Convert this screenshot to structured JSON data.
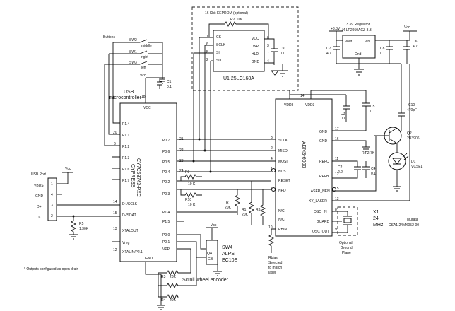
{
  "eeprom": {
    "caption": "16 Kbit EEPROM (optional)",
    "name": "U1 25LC168A",
    "res": "R2 10K",
    "cap_ref": "C9",
    "cap_val": "0.1",
    "pins_left": [
      "CS",
      "SCLK",
      "SI",
      "SO"
    ],
    "pins_left_num": [
      "1",
      "6",
      "5",
      "2"
    ],
    "pins_right": [
      "VCC",
      "WP",
      "HLD",
      "GND"
    ],
    "pins_right_num": [
      "8",
      "3",
      "7",
      "4"
    ]
  },
  "regulator": {
    "title": "3.3V Regulator",
    "part": "U4 LP2950ACZ-3.3",
    "pin_in": "Vin",
    "pin_out": "Vout",
    "pin_gnd": "Gnd",
    "rail_in": "+3.3V",
    "rail_out": "Vcc",
    "c7": "C7",
    "c7v": "4.7",
    "c8": "C8",
    "c8v": "0.1",
    "c6": "C6",
    "c6v": "4.7"
  },
  "buttons": {
    "title": "Buttons",
    "sw2": "SW2",
    "sw1": "SW1",
    "sw3": "SW3",
    "middle": "middle",
    "right": "right",
    "left": "left"
  },
  "usb_mcu": {
    "title_1": "USB",
    "title_2": "microcontroller",
    "part_1": "CYPRESS",
    "part_2": "CY7C63743-PXC",
    "vcc": "VCC",
    "vcc_pin": "18",
    "gnd": "GND",
    "left_pins": [
      "P1.4",
      "P1.1",
      "P1.2",
      "P1.3",
      "P1.6",
      "P1.7",
      "D+/SCLK",
      "D-/SDAT",
      "XTALOUT",
      "Vreg",
      "XTALIN/P2.1"
    ],
    "left_nums": [
      "",
      "20",
      "6",
      "",
      "",
      "",
      "14",
      "15",
      "13",
      "",
      "12"
    ],
    "right_pins": [
      "P0.7",
      "P0.6",
      "P0.5",
      "P0.4",
      "P0.2",
      "P0.3",
      "P1.4",
      "P1.5",
      "P0.0",
      "P0.1",
      "VPP"
    ],
    "right_nums": [
      "21",
      "22",
      "23",
      "24",
      "",
      "",
      "",
      "",
      "",
      "",
      ""
    ],
    "cap_ref": "C1",
    "cap_val": "0.1",
    "vcc_label": "Vcc"
  },
  "usb_port": {
    "title": "USB Port",
    "vcc": "Vcc",
    "pins": [
      "VBUS",
      "GND",
      "D+",
      "D-"
    ],
    "nums": [
      "1",
      "4",
      "3",
      "2"
    ],
    "r_ref": "R5",
    "r_val": "1.30K"
  },
  "sensor": {
    "name": "ADNS-6000",
    "top_pins": [
      "VDD3",
      "VDD3"
    ],
    "left_pins": [
      "SCLK",
      "MISO",
      "MOSI",
      "NCS",
      "RESET",
      "NPD",
      "N/C",
      "N/C",
      "RBIN"
    ],
    "left_nums": [
      "3",
      "2",
      "4",
      "1",
      "",
      "7",
      "",
      "",
      "10"
    ],
    "right_pins": [
      "GND",
      "GND",
      "REFC",
      "REFB",
      "LASER_NEN",
      "XY_LASER",
      "OSC_IN",
      "GUARD",
      "OSC_OUT"
    ],
    "right_nums": [
      "17",
      "16",
      "11",
      "12",
      "15",
      "13",
      "8",
      "",
      "9"
    ],
    "top_num": "14"
  },
  "laser": {
    "c10": "C10",
    "c10v": "470pF",
    "q2": "Q2",
    "q2p": "2N3906",
    "d1": "D1",
    "d1p": "VCSEL",
    "r8": "R8 2.7K",
    "c2": "C2",
    "c2v": "2.2",
    "c4": "C4",
    "c4v": "0.1",
    "c3": "C3",
    "c3v": "0.1",
    "c5": "C5",
    "c5v": "0.1"
  },
  "crystal": {
    "ref": "X1",
    "freq": "24",
    "unit": "MHz",
    "maker": "Murata",
    "part": "CSA1.24MX052-00",
    "ground_1": "Optional",
    "ground_2": "Ground",
    "ground_3": "Plane"
  },
  "resistors": {
    "r9": "R9",
    "r9v": "10 K",
    "r10": "R10",
    "r10v": "10 K",
    "r_a": "R",
    "r_av": "20K",
    "r1": "R1",
    "r1v": "20K",
    "r3": "R3",
    "r3v": "20K",
    "r4": "R4",
    "r4v": "20K",
    "rbias_1": "Rbias",
    "rbias_2": "Selected",
    "rbias_3": "to match",
    "rbias_4": "laser"
  },
  "encoder": {
    "ref": "SW4",
    "maker": "ALPS",
    "part": "EC10E",
    "vcc": "Vcc",
    "label": "Scroll wheel encoder",
    "qa": "QA",
    "gb": "GB"
  },
  "footnote": "* Outputs configured as open drain"
}
